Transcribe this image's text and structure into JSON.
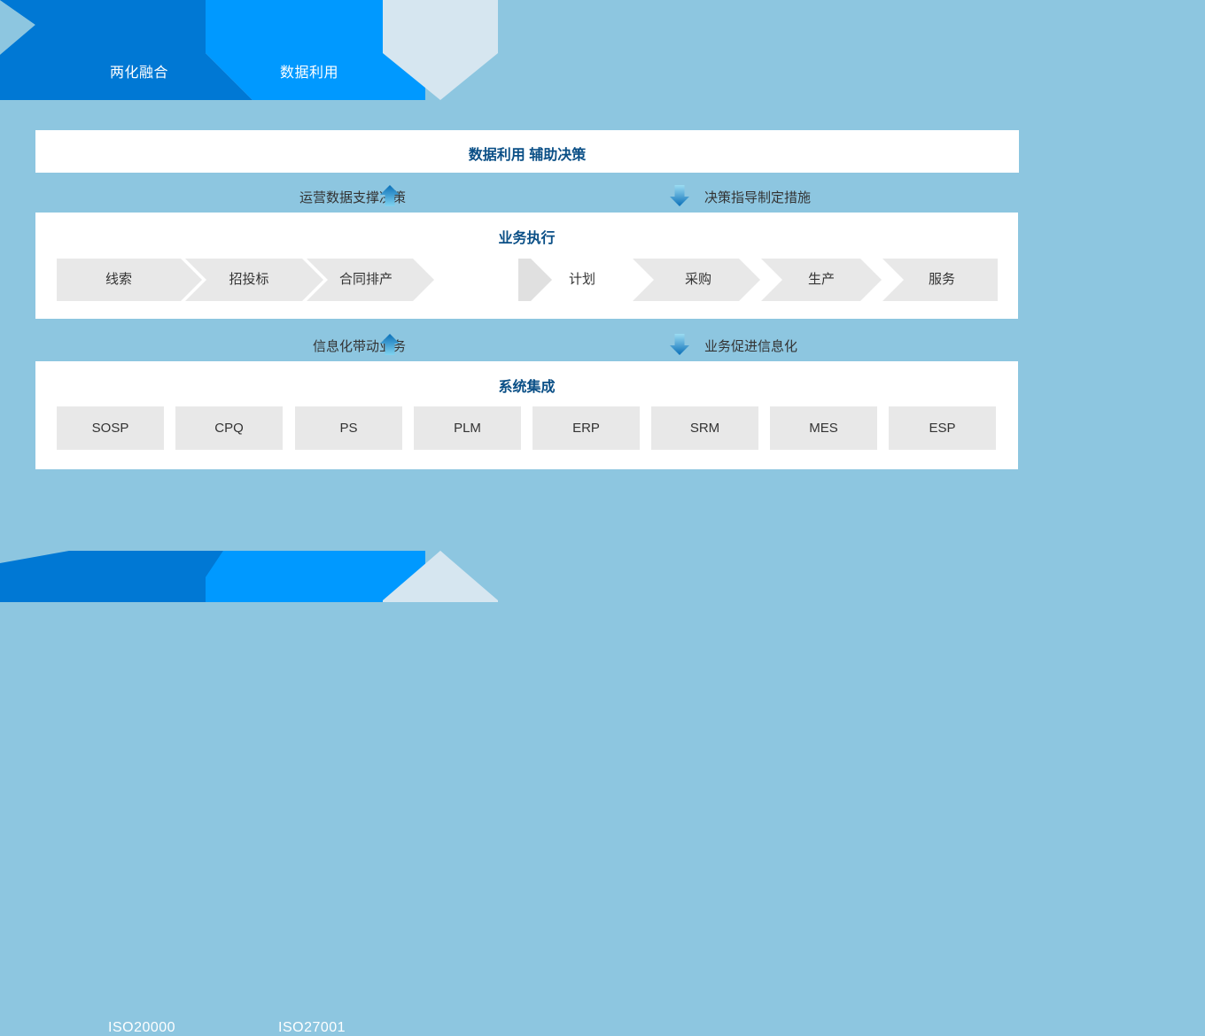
{
  "page": {
    "background_color": "#8dc6e0",
    "accent_dark_blue": "#0078d4",
    "accent_bright_blue": "#0099ff",
    "accent_pale_blue": "#d6e6f0",
    "title_color": "#0a4f86",
    "box_fill": "#e8e8e8"
  },
  "banner_top": {
    "labels": [
      {
        "text": "两化融合"
      },
      {
        "text": "数据利用"
      }
    ]
  },
  "banner_bottom": {
    "labels": [
      {
        "text": "ISO20000"
      },
      {
        "text": "ISO27001"
      }
    ]
  },
  "panels": [
    {
      "title": "数据利用 辅助决策"
    },
    {
      "title": "业务执行"
    },
    {
      "title": "系统集成"
    }
  ],
  "arrow_rows": [
    {
      "left_text": "运营数据支撑决策",
      "left_icon": "arrow-up-icon",
      "right_icon": "arrow-down-icon",
      "right_text": "决策指导制定措施"
    },
    {
      "left_text": "信息化带动业务",
      "left_icon": "arrow-up-icon",
      "right_icon": "arrow-down-icon",
      "right_text": "业务促进信息化"
    }
  ],
  "business_flow": {
    "left_group": [
      "线索",
      "招投标",
      "合同排产"
    ],
    "standalone": "计划",
    "right_group": [
      "采购",
      "生产",
      "服务"
    ]
  },
  "systems": [
    "SOSP",
    "CPQ",
    "PS",
    "PLM",
    "ERP",
    "SRM",
    "MES",
    "ESP"
  ]
}
